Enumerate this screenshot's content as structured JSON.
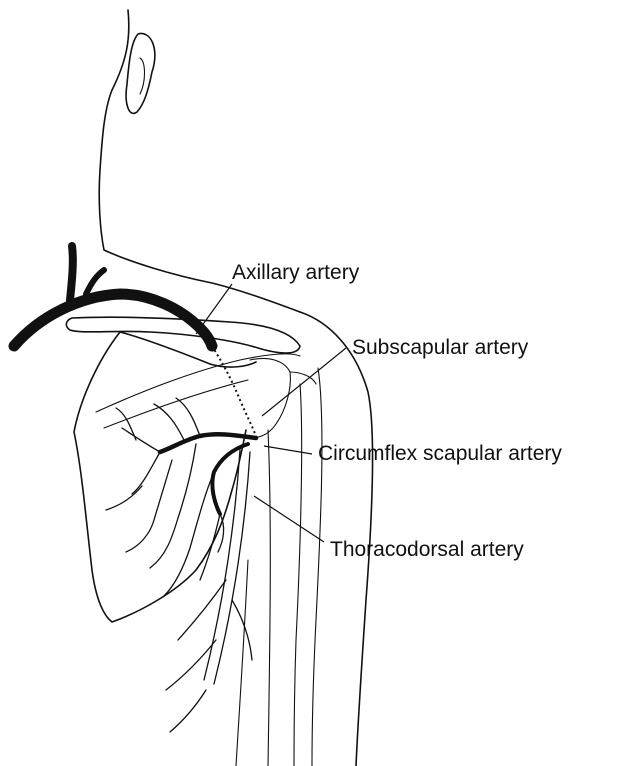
{
  "labels": {
    "axillary": "Axillary artery",
    "subscapular": "Subscapular artery",
    "circumflex": "Circumflex scapular artery",
    "thoracodorsal": "Thoracodorsal artery"
  }
}
